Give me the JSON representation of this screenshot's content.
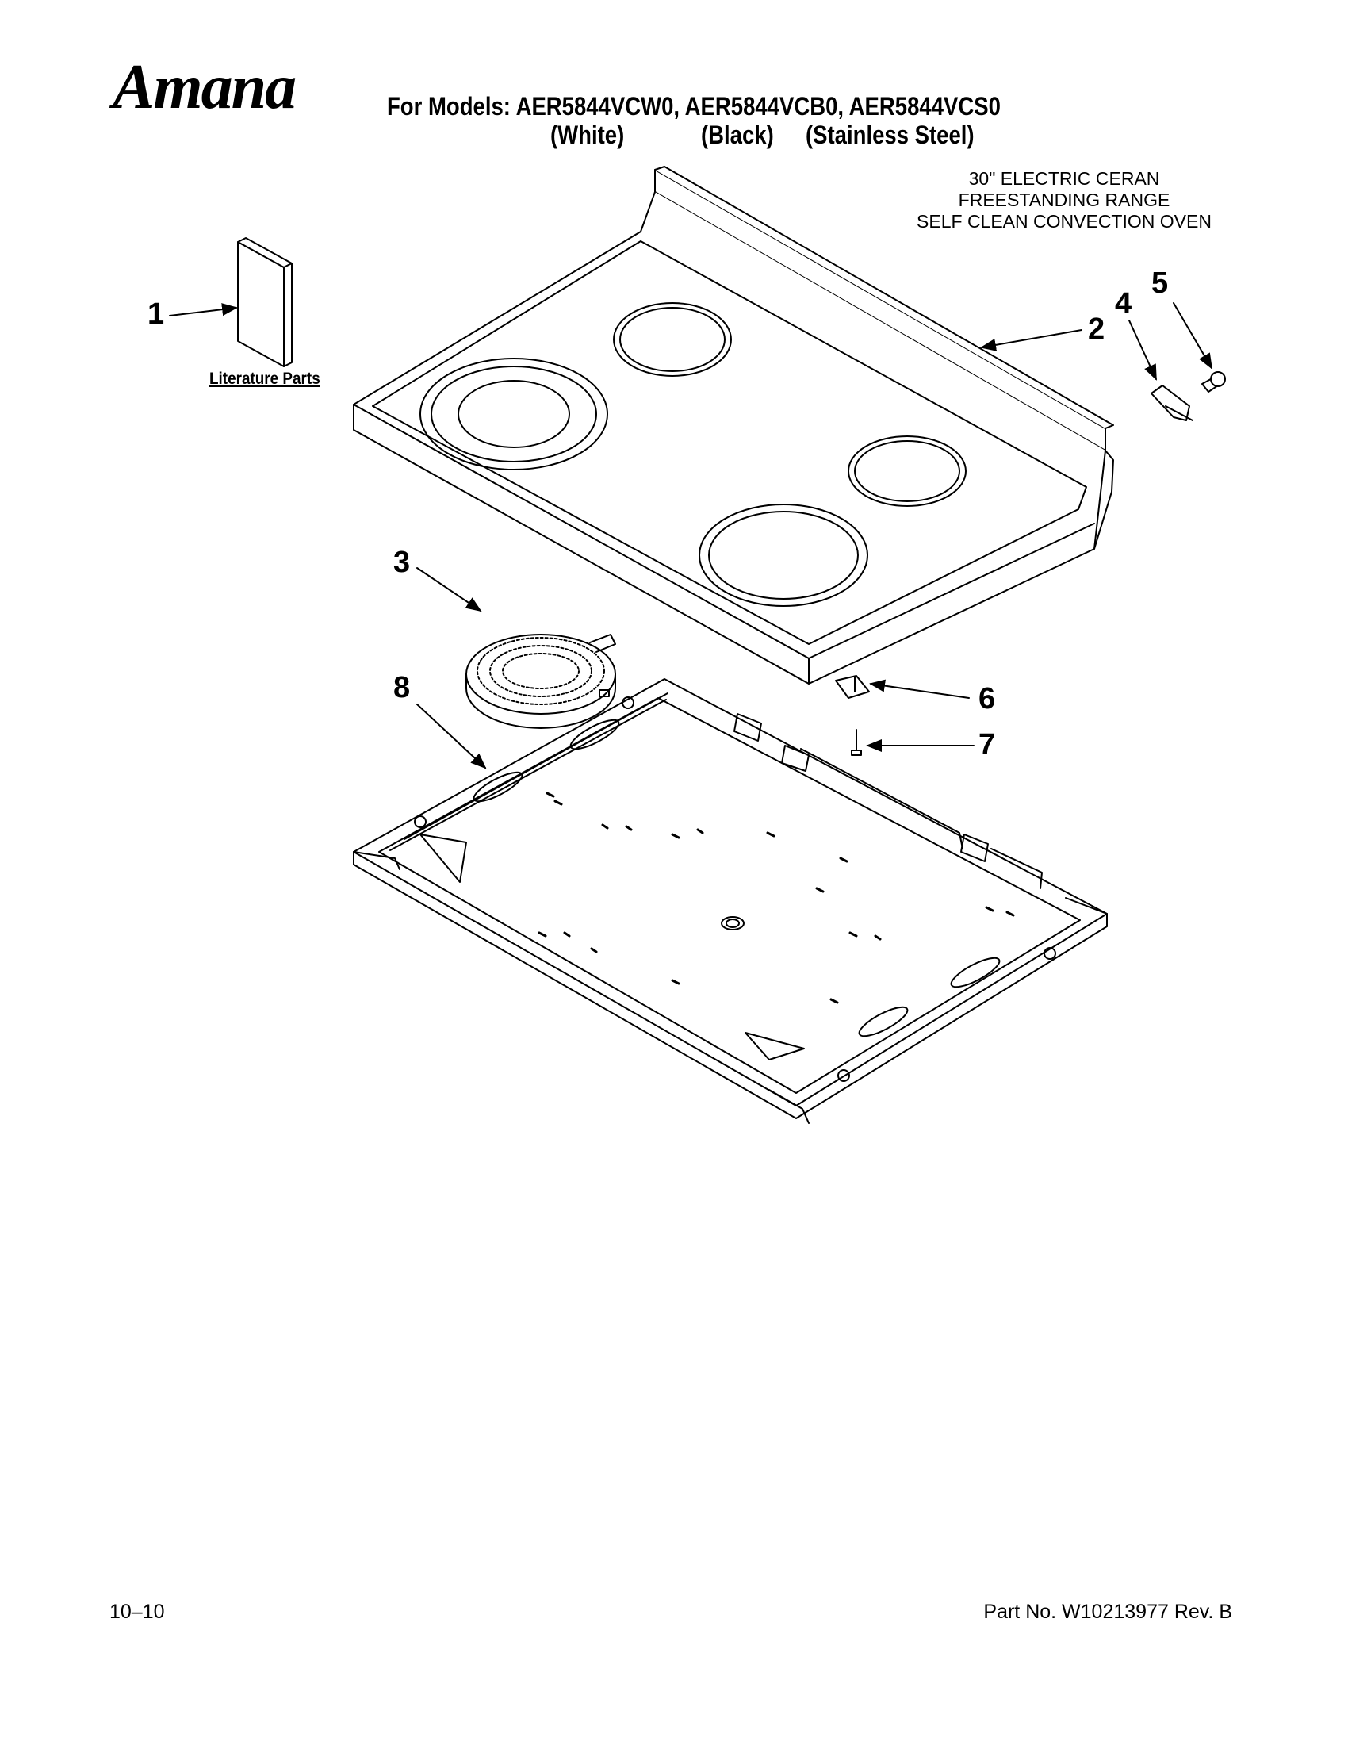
{
  "header": {
    "brand": "Amana",
    "models_line": "For Models: AER5844VCW0, AER5844VCB0, AER5844VCS0",
    "colors": [
      "(White)",
      "(Black)",
      "(Stainless Steel)"
    ]
  },
  "description": [
    "30\" ELECTRIC CERAN",
    "FREESTANDING RANGE",
    "SELF CLEAN CONVECTION OVEN"
  ],
  "callouts": {
    "c1": "1",
    "c2": "2",
    "c3": "3",
    "c4": "4",
    "c5": "5",
    "c6": "6",
    "c7": "7",
    "c8": "8"
  },
  "literature_label": "Literature Parts",
  "footer": {
    "date": "10–10",
    "part_number": "Part No. W10213977 Rev. B"
  }
}
